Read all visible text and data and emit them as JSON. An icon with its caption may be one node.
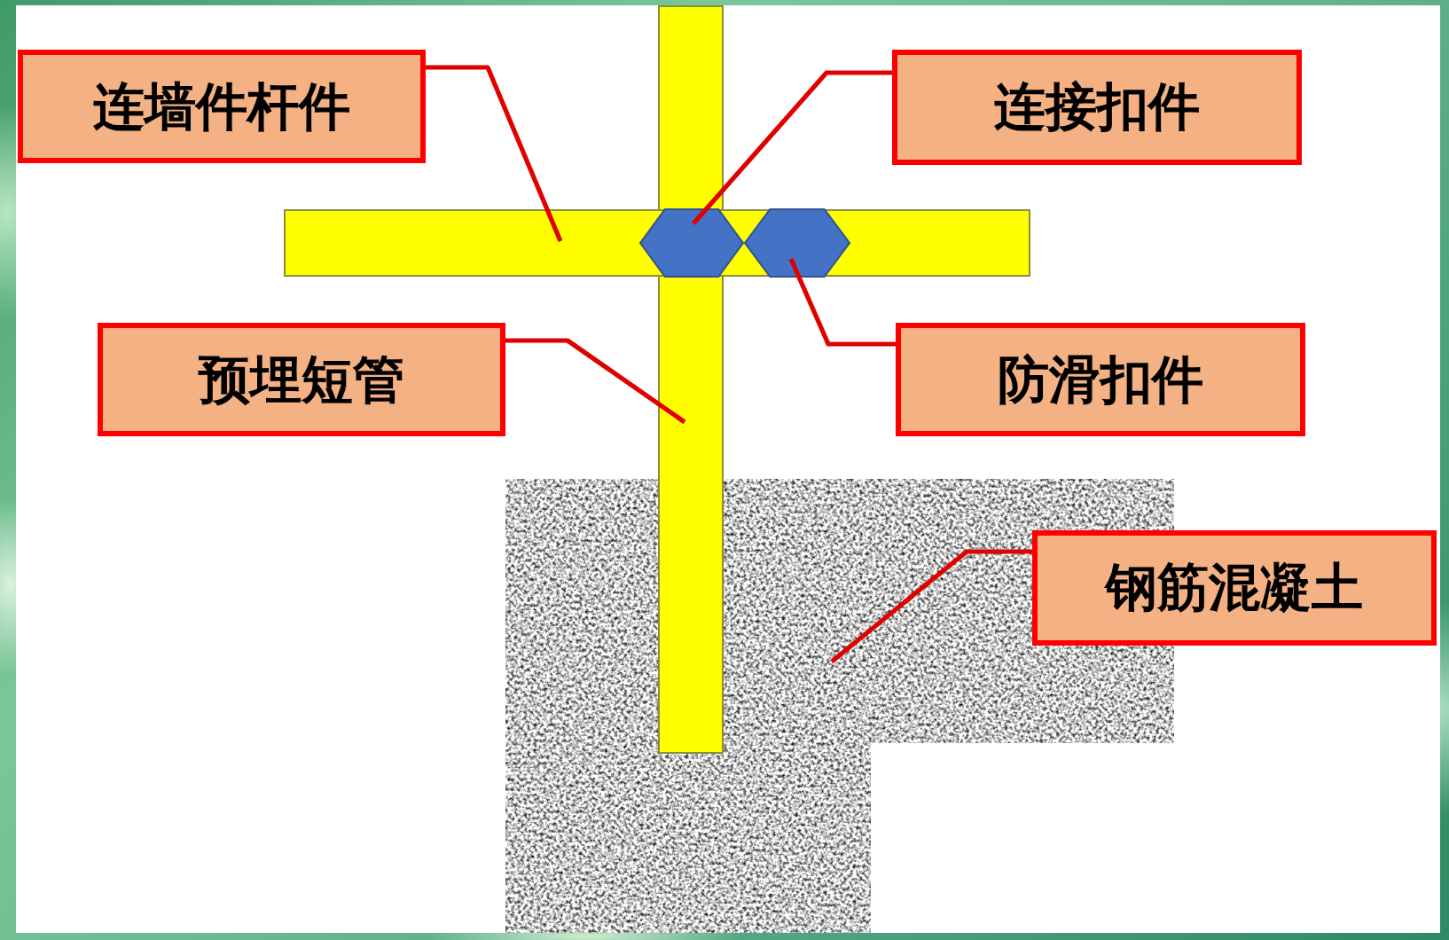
{
  "diagram": {
    "nodes": [
      {
        "text": [
          "连墙件杆件"
        ]
      },
      {
        "text": [
          "连接扣件"
        ]
      },
      {
        "text": [
          "预埋短管"
        ]
      },
      {
        "text": [
          "防滑扣件"
        ]
      },
      {
        "text": [
          "钢筋混凝土"
        ]
      },
      {
        "text": [],
        "shape": "bar"
      },
      {
        "text": [],
        "shape": "bar"
      },
      {
        "text": [],
        "shape": "hexagon",
        "in": 6
      },
      {
        "text": [],
        "shape": "hexagon",
        "in": 6
      },
      {
        "text": [],
        "shape": "block"
      }
    ],
    "edges": [
      {
        "from": 0,
        "to": 6,
        "arrow": "none"
      },
      {
        "from": 1,
        "to": 7,
        "arrow": "none"
      },
      {
        "from": 2,
        "to": 5,
        "arrow": "none"
      },
      {
        "from": 3,
        "to": 8,
        "arrow": "none"
      },
      {
        "from": 4,
        "to": 9,
        "arrow": "none"
      }
    ]
  }
}
